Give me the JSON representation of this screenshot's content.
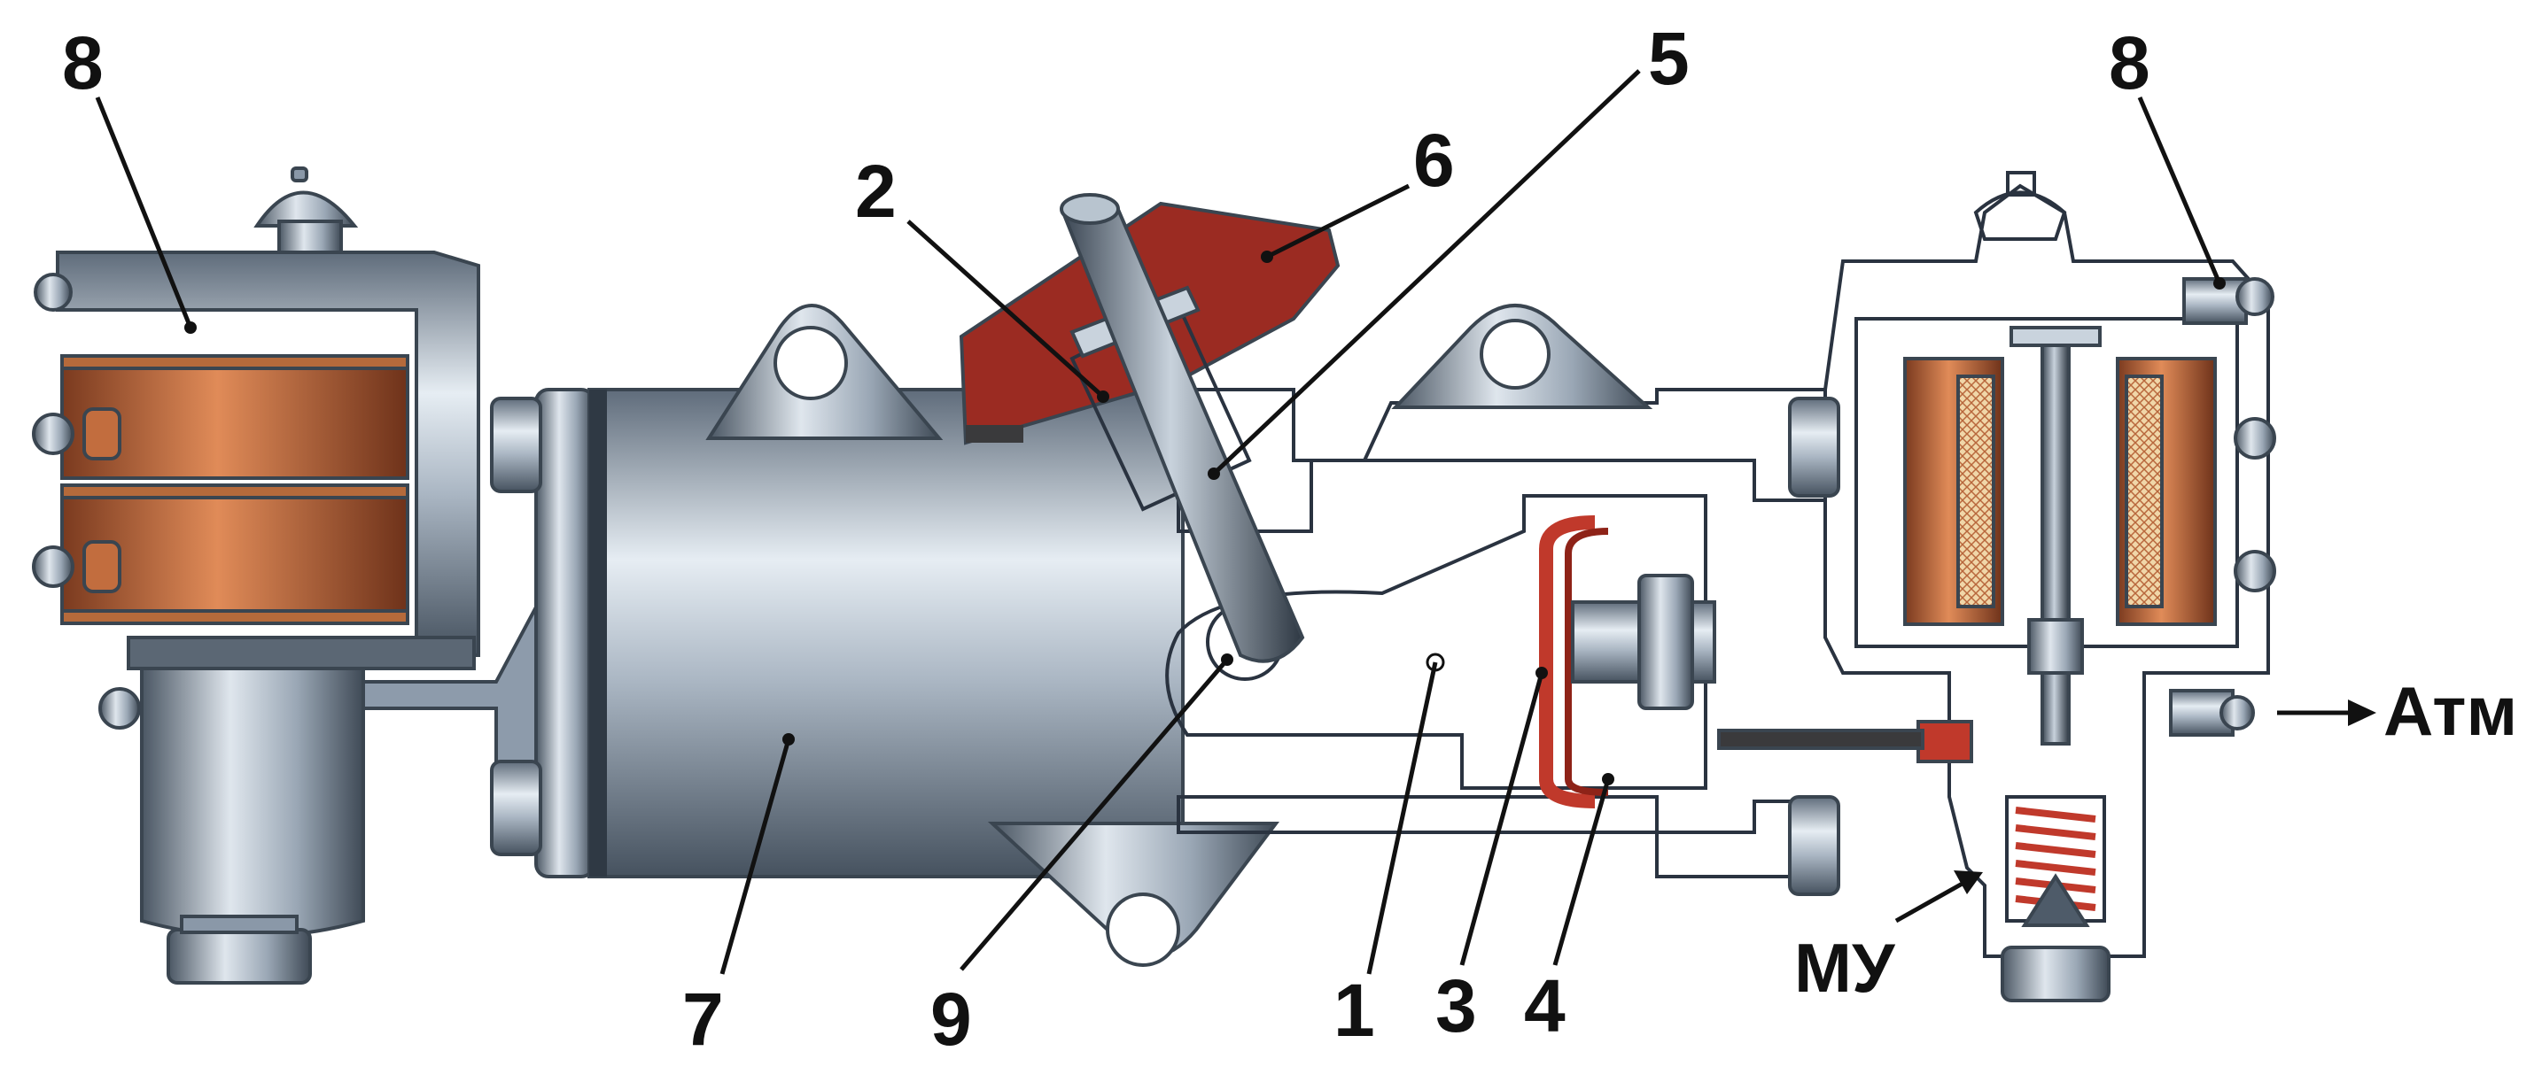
{
  "colors": {
    "steel_light": "#c9d3dd",
    "steel_mid": "#8a98a8",
    "steel_dark": "#4e5b69",
    "section_blue": "#8ec9ea",
    "section_dark": "#3a3a3c",
    "copper": "#b8673c",
    "red_part": "#9b2b22",
    "coil_red": "#c0392b"
  },
  "labels": {
    "n8_left": "8",
    "n8_right": "8",
    "n2": "2",
    "n6": "6",
    "n5": "5",
    "n7": "7",
    "n9": "9",
    "n1": "1",
    "n3": "3",
    "n4": "4",
    "atm": "Атм",
    "mu": "МУ"
  }
}
